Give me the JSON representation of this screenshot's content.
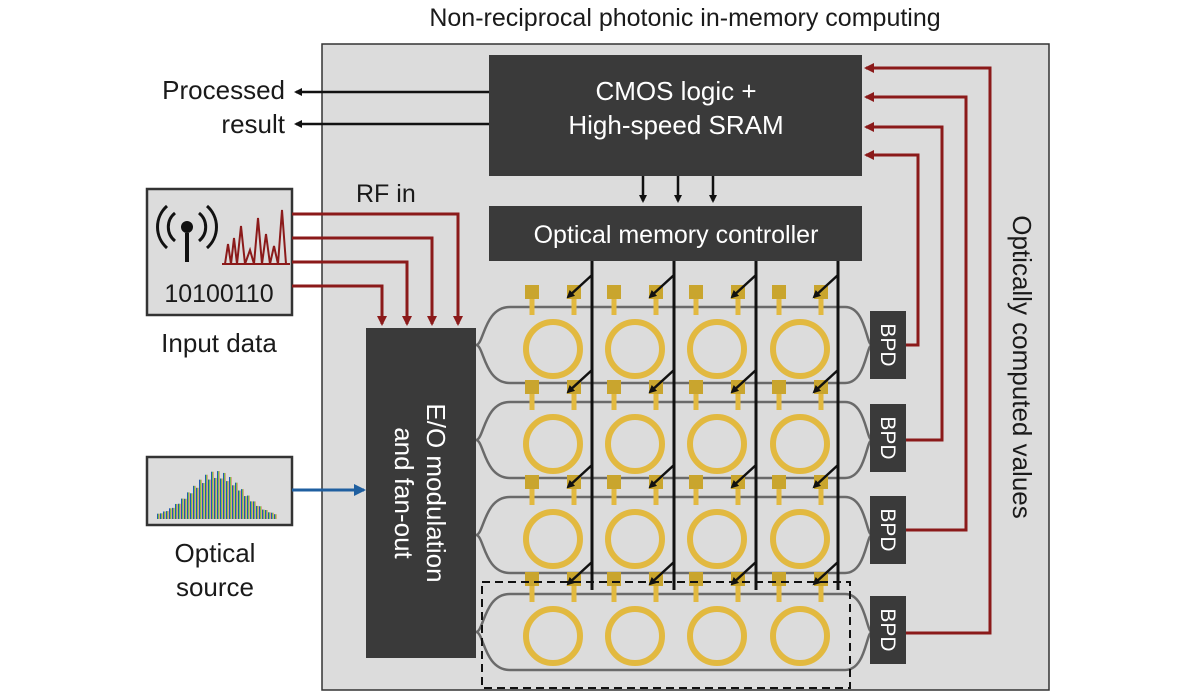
{
  "title": "Non-reciprocal photonic in-memory computing",
  "cmos": {
    "line1": "CMOS logic +",
    "line2": "High-speed SRAM"
  },
  "controller": "Optical memory controller",
  "output": {
    "line1": "Processed",
    "line2": "result"
  },
  "rf_in": "RF in",
  "input": {
    "bits": "10100110",
    "label": "Input data"
  },
  "optical_source": {
    "line1": "Optical",
    "line2": "source"
  },
  "modulator": {
    "line1": "E/O modulation",
    "line2": "and fan-out"
  },
  "bpd": [
    "BPD",
    "BPD",
    "BPD",
    "BPD"
  ],
  "side_label": "Optically computed values",
  "colors": {
    "dark_box": "#3a3a3a",
    "panel": "#dcdcdc",
    "red": "#8b1a1a",
    "blue": "#1f5fa0",
    "ring": "#e2b940",
    "ring_pad": "#c9a52e"
  },
  "array": {
    "rows": 4,
    "cols": 4,
    "highlighted_row": 4
  }
}
